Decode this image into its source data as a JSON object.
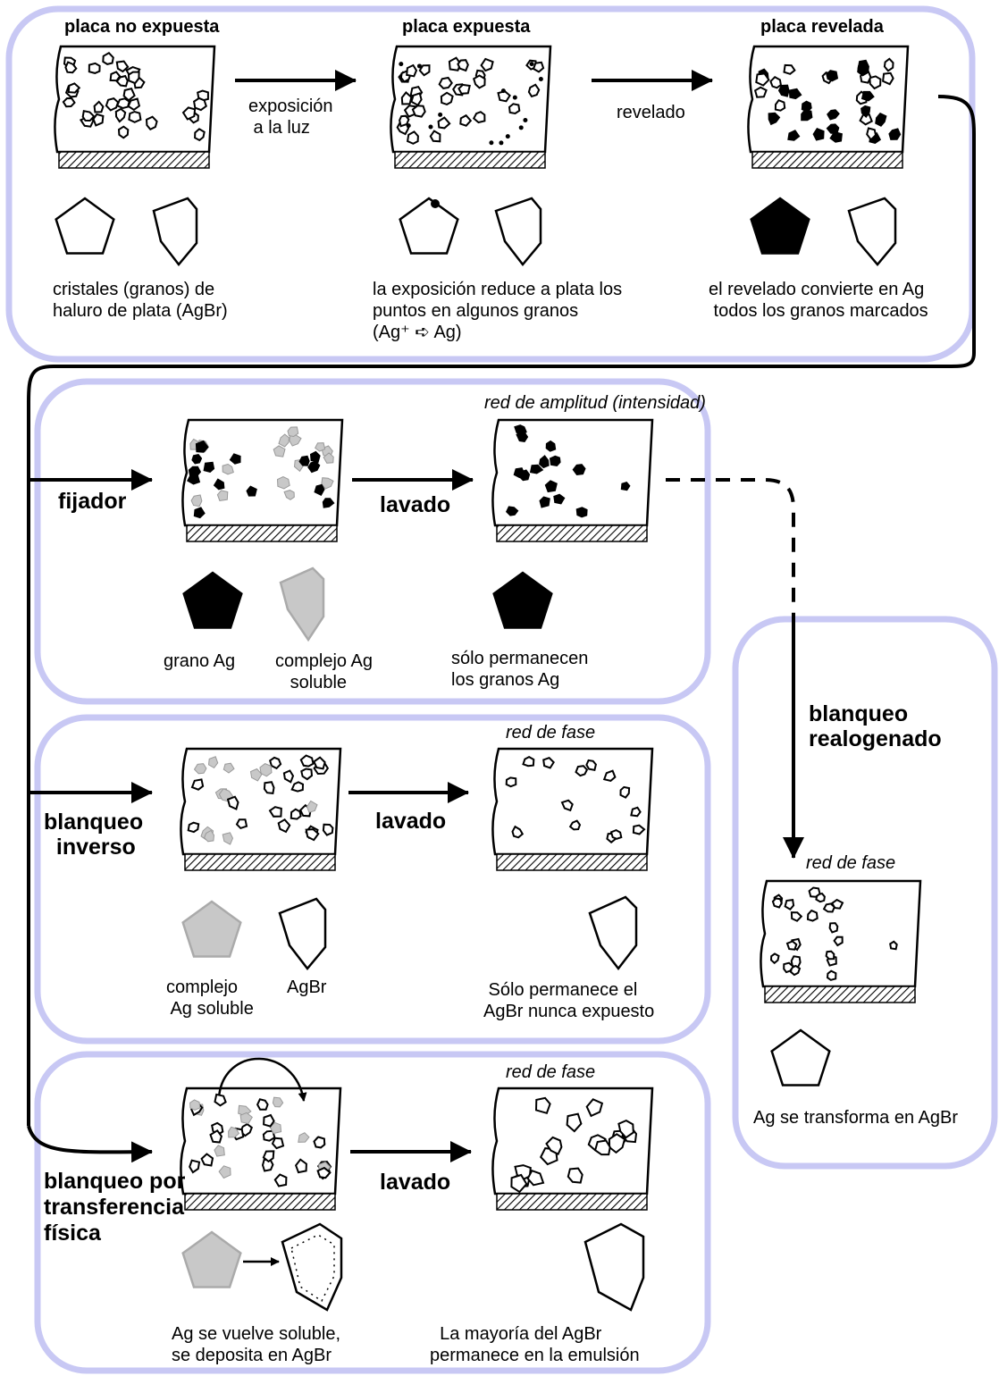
{
  "top": {
    "stage_titles": [
      "placa no expuesta",
      "placa expuesta",
      "placa revelada"
    ],
    "arrow_labels": [
      "exposición\n a la luz",
      "revelado"
    ],
    "captions": [
      "cristales (granos) de\nhaluro de plata (AgBr)",
      "la exposición reduce a plata los\npuntos en algunos granos\n(Ag⁺ ➪ Ag)",
      "el revelado convierte en Ag\n todos los granos marcados"
    ]
  },
  "fixer": {
    "label": "fijador",
    "wash": "lavado",
    "result_title": "red de amplitud (intensidad)",
    "captions": [
      "grano Ag",
      "complejo Ag\n   soluble",
      "sólo permanecen\nlos granos Ag"
    ]
  },
  "inverse": {
    "label": "blanqueo\n  inverso",
    "wash": "lavado",
    "result_title": "red de fase",
    "captions": [
      "complejo\n Ag soluble",
      "AgBr",
      " Sólo permanece el\nAgBr nunca expuesto"
    ]
  },
  "physical": {
    "label": "blanqueo por\ntransferencia\nfísica",
    "wash": "lavado",
    "result_title": "red de fase",
    "captions": [
      "Ag se vuelve soluble,\nse deposita en AgBr",
      "  La mayoría del AgBr\npermanece en la emulsión"
    ]
  },
  "rehalogenating": {
    "label": "blanqueo\nrealogenado",
    "result_title": "red de fase",
    "caption": "Ag se transforma en AgBr"
  },
  "colors": {
    "panel_border": "#c8c8f4",
    "grey_grain": "#c8c8c8",
    "ink": "#000000"
  }
}
